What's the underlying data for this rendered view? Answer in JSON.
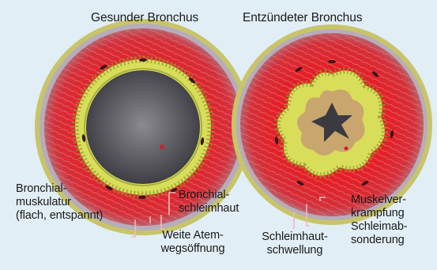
{
  "titles": {
    "healthy": "Gesunder Bronchus",
    "inflamed": "Entzündeter Bronchus"
  },
  "labels": {
    "muscle_flat": "Bronchial-\nmuskulatur\n(flach, entspannt)",
    "wide_airway": "Weite Atem-\nwegsöffnung",
    "mucosa": "Bronchial-\nschleimhaut",
    "mucosa_swelling": "Schleimhaut-\nschwellung",
    "muscle_cramp": "Muskelver-\nkrampfung",
    "mucus_secretion": "Schleimab-\nsonderung"
  },
  "colors": {
    "background": "#e1eef5",
    "outer_ring": "#c8c46a",
    "muscle_tissue": "#e2232b",
    "mucosa_layer": "#d8de5a",
    "airway_lumen": "#5a5a5e",
    "mucus": "#c9a66e",
    "leader_line": "#f2b8b8"
  }
}
